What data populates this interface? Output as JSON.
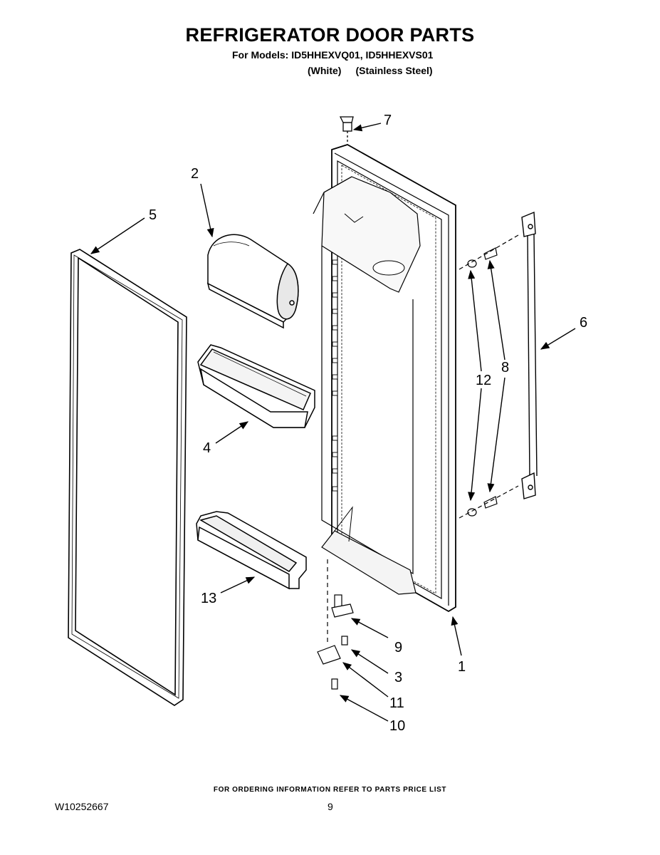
{
  "header": {
    "title": "REFRIGERATOR DOOR PARTS",
    "models_line": "For Models: ID5HHEXVQ01, ID5HHEXVS01",
    "variant_white": "(White)",
    "variant_stainless": "(Stainless Steel)"
  },
  "diagram": {
    "callouts": [
      "1",
      "2",
      "3",
      "4",
      "5",
      "6",
      "7",
      "8",
      "9",
      "10",
      "11",
      "12",
      "13"
    ]
  },
  "footer": {
    "ordering_note": "FOR ORDERING INFORMATION REFER TO PARTS PRICE LIST",
    "document_number": "W10252667",
    "page_number": "9"
  }
}
